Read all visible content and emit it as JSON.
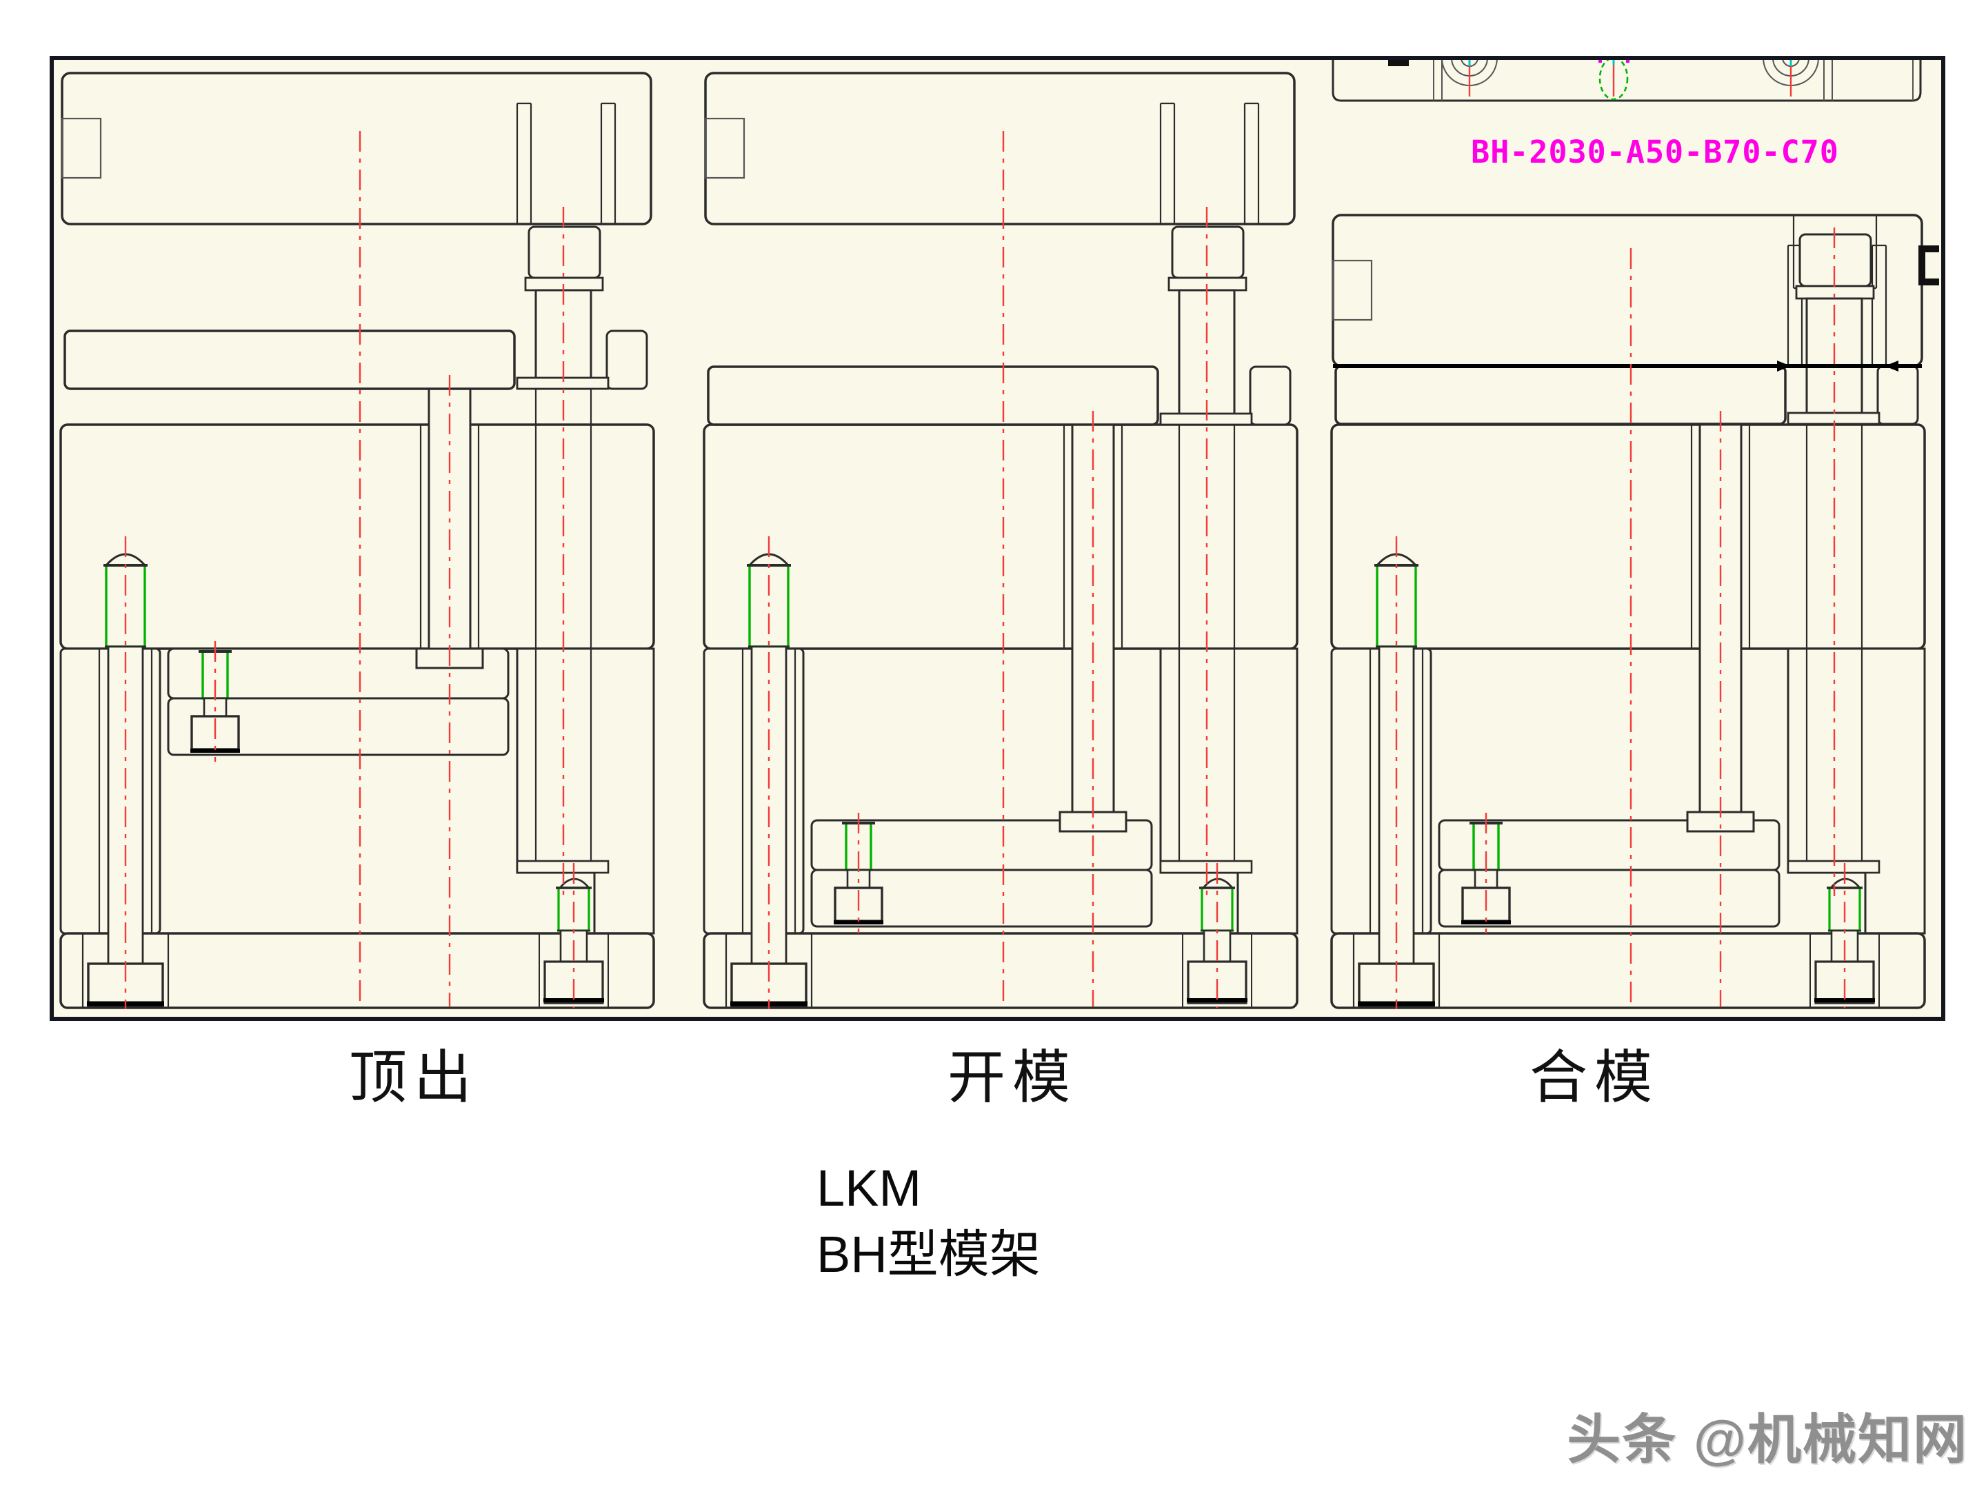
{
  "drawing": {
    "background": "#FAF8E8",
    "paper_color": "#FFFFFF",
    "line_color": "#2B2B2B",
    "border_color": "#15151F",
    "centerline_color": "#F23B3B",
    "thread_color": "#00B400",
    "cyan_mark_color": "#00C8C8",
    "magenta_mark_color": "#E800E8",
    "parting_line_color": "#000000",
    "views": [
      {
        "id": "ejection",
        "label": "顶出",
        "state": "ejected"
      },
      {
        "id": "mold-open",
        "label": "开模",
        "state": "open"
      },
      {
        "id": "mold-closed",
        "label": "合模",
        "state": "closed",
        "part_number": "BH-2030-A50-B70-C70",
        "part_number_color": "#FF00E6"
      }
    ]
  },
  "caption": {
    "line1": "LKM",
    "line2": "BH型模架"
  },
  "watermark": {
    "text": "头条 @机械知网"
  }
}
